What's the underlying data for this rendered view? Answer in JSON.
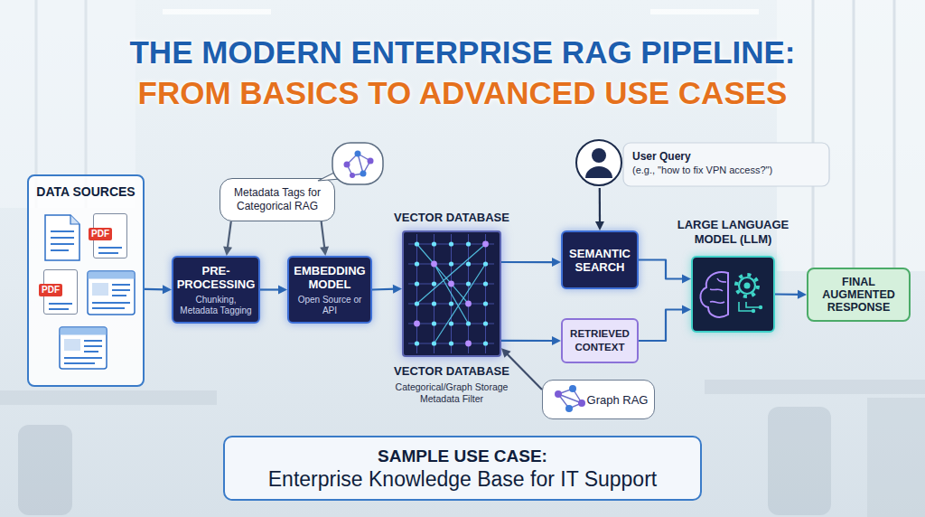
{
  "diagram": {
    "title": "THE MODERN ENTERPRISE RAG PIPELINE:",
    "nodes": [
      {
        "text": [
          "DATA SOURCES"
        ]
      },
      {
        "text": [
          "PDF"
        ],
        "in": 0
      },
      {
        "text": [
          "PDF"
        ],
        "in": 0
      },
      {
        "text": [
          "PRE- PROCESSING",
          "Chunking, Metadata Tagging"
        ]
      },
      {
        "text": [
          "EMBEDDING MODEL",
          "Open Source or API"
        ]
      },
      {
        "text": [
          "Metadata Tags for Categorical RAG"
        ]
      },
      {
        "text": [
          "VECTOR DATABASE",
          "VECTOR DATABASE",
          "Categorical/Graph Storage Metadata Filter"
        ]
      },
      {
        "text": [
          "Graph RAG"
        ]
      },
      {
        "text": [
          "User Query",
          "(e.g., \"how to fix VPN access?\")"
        ]
      },
      {
        "text": [
          "SEMANTIC SEARCH"
        ]
      },
      {
        "text": [
          "RETRIEVED CONTEXT"
        ]
      },
      {
        "text": [
          "LARGE LANGUAGE MODEL (LLM)"
        ]
      },
      {
        "text": [
          "FINAL AUGMENTED RESPONSE"
        ]
      },
      {
        "text": [
          "SAMPLE USE CASE:",
          "Enterprise Knowledge Base for IT Support"
        ]
      }
    ],
    "edges": [
      {
        "from": 0,
        "to": 3,
        "arrow": "to"
      },
      {
        "from": 3,
        "to": 4,
        "arrow": "to"
      },
      {
        "from": 4,
        "to": 6,
        "arrow": "to"
      },
      {
        "from": 5,
        "to": 3,
        "arrow": "to"
      },
      {
        "from": 5,
        "to": 4,
        "arrow": "to"
      },
      {
        "from": 6,
        "to": 9,
        "arrow": "to"
      },
      {
        "from": 6,
        "to": 10,
        "arrow": "to"
      },
      {
        "from": 8,
        "to": 9,
        "arrow": "to"
      },
      {
        "from": 9,
        "to": 11,
        "arrow": "to"
      },
      {
        "from": 10,
        "to": 11,
        "arrow": "to"
      },
      {
        "from": 11,
        "to": 12,
        "arrow": "to"
      },
      {
        "from": 7,
        "to": 6,
        "arrow": "to"
      }
    ],
    "labels": [
      "FROM BASICS TO ADVANCED USE CASES"
    ]
  }
}
